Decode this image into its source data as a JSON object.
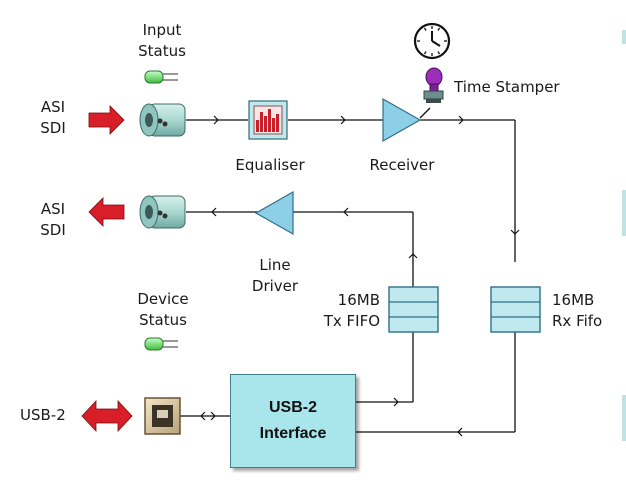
{
  "labels": {
    "input_status": [
      "Input",
      "Status"
    ],
    "device_status": [
      "Device",
      "Status"
    ],
    "asi_sdi_in": [
      "ASI",
      "SDI"
    ],
    "asi_sdi_out": [
      "ASI",
      "SDI"
    ],
    "equaliser": "Equaliser",
    "receiver": "Receiver",
    "time_stamper": "Time Stamper",
    "line_driver": [
      "Line",
      "Driver"
    ],
    "tx_fifo": [
      "16MB",
      "Tx FIFO"
    ],
    "rx_fifo": [
      "16MB",
      "Rx Fifo"
    ],
    "usb2": "USB-2",
    "usb_interface": [
      "USB-2",
      "Interface"
    ]
  },
  "colors": {
    "arrow_red": "#d81e28",
    "connector_teal": "#a9d8d0",
    "triangle_blue": "#8ccfe6",
    "interface_box": "#a8e6ec",
    "led_green": "#6fe06f",
    "equaliser_bars": "#c8202a"
  },
  "icons": {
    "clock": "clock-icon",
    "time_stamper": "stamp-icon",
    "status_led": "led-icon",
    "connector": "bnc-connector-icon",
    "usb_port": "usb-port-icon"
  }
}
